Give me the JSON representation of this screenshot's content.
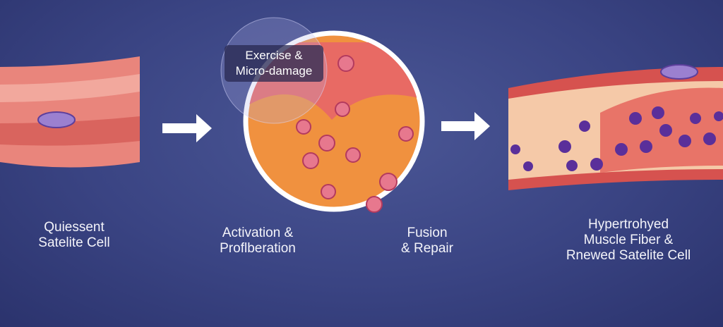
{
  "callout": {
    "line1": "Exercise &",
    "line2": "Micro-damage"
  },
  "stages": [
    {
      "label": "Quiessent\nSatelite Cell"
    },
    {
      "label": "Activation &\nProflberation"
    },
    {
      "label": "Fusion\n& Repair"
    },
    {
      "label": "Hypertrohyed\nMuscle Fiber &\nRnewed Satelite Cell"
    }
  ],
  "colors": {
    "background": "#3a4483",
    "muscle": "#e46a62",
    "nucleus": "#5a2f9a"
  }
}
